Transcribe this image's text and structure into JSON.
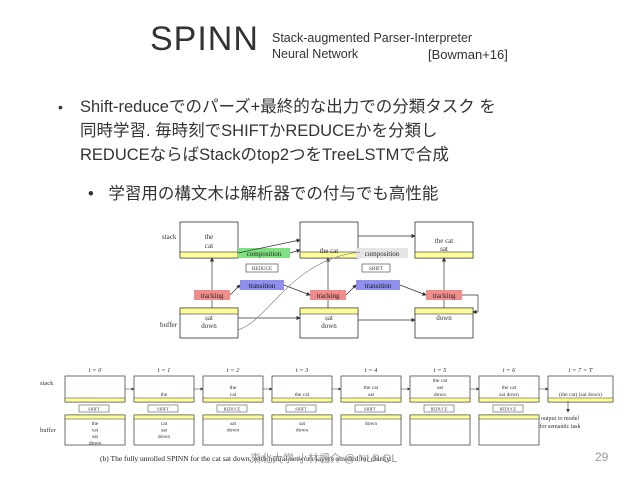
{
  "slide": {
    "title": "SPINN",
    "subtitle_line1": "Stack-augmented Parser-Interpreter",
    "subtitle_line2": "Neural Network",
    "citation": "[Bowman+16]",
    "bullet1_line1": "Shift-reduceでのパーズ+最終的な出力での分類タスク を",
    "bullet1_line2": "同時学習. 毎時刻でSHIFTかREDUCEかを分類し",
    "bullet1_line3": "REDUCEならばStackのtop2つをTreeLSTMで合成",
    "bullet2": "学習用の構文木は解析器での付与でも高性能",
    "bullet_symbol": "•",
    "footer": "東北大学 小林颯介 @ NLP-DL",
    "page_number": "29"
  },
  "figure_top": {
    "stack_label": "stack",
    "buffer_label": "buffer",
    "stack_cells": [
      {
        "text_l1": "the",
        "text_l2": "cat"
      },
      {
        "text_l1": "the cat",
        "text_l2": ""
      },
      {
        "text_l1": "the cat",
        "text_l2": "sat"
      }
    ],
    "buffer_cells": [
      {
        "text_l1": "sat",
        "text_l2": "down"
      },
      {
        "text_l1": "sat",
        "text_l2": "down"
      },
      {
        "text_l1": "down",
        "text_l2": ""
      }
    ],
    "composition_label": "composition",
    "transition_label": "transition",
    "tracking_label": "tracking",
    "reduce_label": "REDUCE",
    "shift_label": "SHIFT"
  },
  "figure_bottom": {
    "stack_label": "stack",
    "buffer_label": "buffer",
    "times": [
      "t = 0",
      "t = 1",
      "t = 2",
      "t = 3",
      "t = 4",
      "t = 5",
      "t = 6",
      "t = 7 = T"
    ],
    "stack": [
      [],
      [
        "the"
      ],
      [
        "the",
        "cat"
      ],
      [
        "the cat"
      ],
      [
        "the cat",
        "sat"
      ],
      [
        "the cat",
        "sat",
        "down"
      ],
      [
        "the cat",
        "sat down"
      ],
      [
        "(the cat) (sat down)"
      ]
    ],
    "ops": [
      "SHIFT",
      "SHIFT",
      "REDUCE",
      "SHIFT",
      "SHIFT",
      "REDUCE",
      "REDUCE"
    ],
    "buffer": [
      [
        "the",
        "cat",
        "sat",
        "down"
      ],
      [
        "cat",
        "sat",
        "down"
      ],
      [
        "sat",
        "down"
      ],
      [
        "sat",
        "down"
      ],
      [
        "down"
      ],
      [],
      []
    ],
    "output_note_l1": "output to model",
    "output_note_l2": "for semantic task",
    "caption": "(b) The fully unrolled SPINN for the cat sat down, with neural network layers omitted for clarity."
  },
  "colors": {
    "composition": "#7fe07f",
    "transition": "#8f8fef",
    "tracking": "#f08c8c",
    "cell_fill": "#ffff99"
  }
}
